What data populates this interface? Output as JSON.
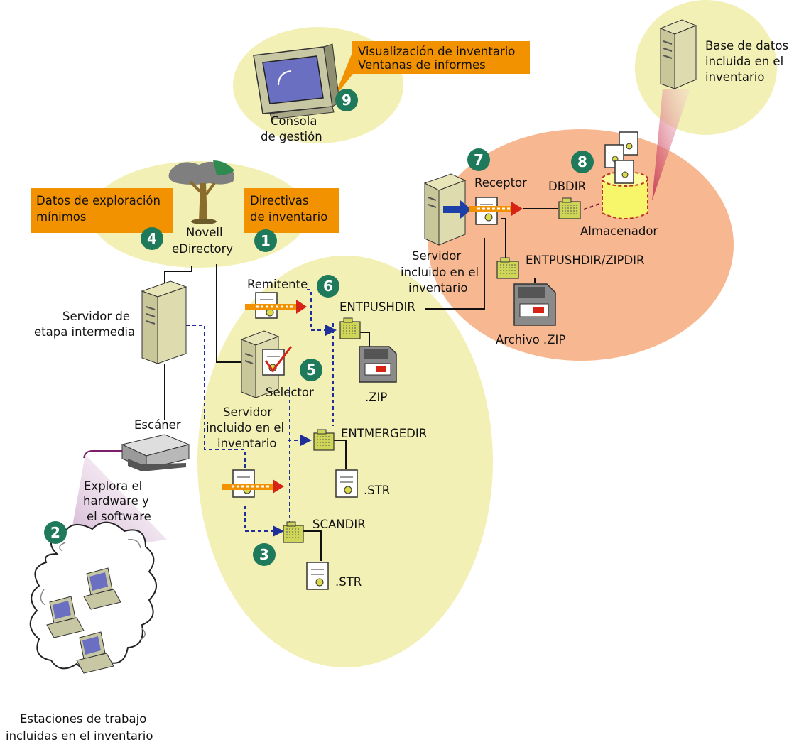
{
  "colors": {
    "accent_orange": "#f39200",
    "light_ellipse": "#f2f0b4",
    "salmon_ellipse": "#f7b891",
    "badge_green": "#1f7a5c",
    "dashed_blue": "#1f2f99",
    "dashed_maroon": "#7a1e3a",
    "arrow_red": "#d62316",
    "arrow_blue": "#1d3fa8"
  },
  "callouts": {
    "inventory_view_line1": "Visualización de inventario",
    "inventory_view_line2": "Ventanas de informes",
    "min_scan_line1": "Datos de exploración",
    "min_scan_line2": "mínimos",
    "policies_line1": "Directivas",
    "policies_line2": "de inventario"
  },
  "labels": {
    "console_line1": "Consola",
    "console_line2": "de gestión",
    "novell_line1": "Novell",
    "novell_line2": "eDirectory",
    "staging_line1": "Servidor de",
    "staging_line2": "etapa intermedia",
    "scanner": "Escáner",
    "scans_line1": "Explora el",
    "scans_line2": "hardware y",
    "scans_line3": "el software",
    "workstations_line1": "Estaciones de trabajo",
    "workstations_line2": "incluidas en el inventario",
    "sender": "Remitente",
    "entpushdir": "ENTPUSHDIR",
    "zip": ".ZIP",
    "selector": "Selector",
    "inv_server_line1": "Servidor",
    "inv_server_line2": "incluido en el",
    "inv_server_line3": "inventario",
    "entmergedir": "ENTMERGEDIR",
    "str1": ".STR",
    "scandir": "SCANDIR",
    "str2": ".STR",
    "receiver": "Receptor",
    "dbdir": "DBDIR",
    "storer": "Almacenador",
    "rserver_line1": "Servidor",
    "rserver_line2": "incluido en el",
    "rserver_line3": "inventario",
    "entpush_zipdir": "ENTPUSHDIR/ZIPDIR",
    "zip_file": "Archivo .ZIP",
    "db_line1": "Base de datos",
    "db_line2": "incluida en el",
    "db_line3": "inventario"
  },
  "badges": {
    "b1": "1",
    "b2": "2",
    "b3": "3",
    "b4": "4",
    "b5": "5",
    "b6": "6",
    "b7": "7",
    "b8": "8",
    "b9": "9"
  }
}
